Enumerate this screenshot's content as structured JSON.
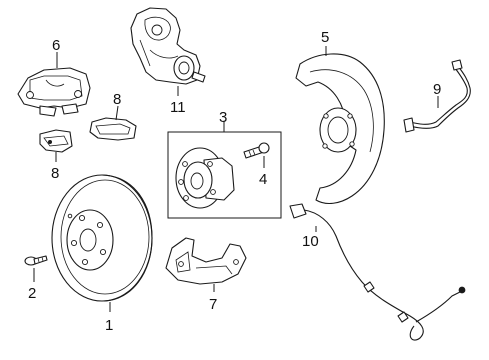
{
  "callouts": {
    "c1": "1",
    "c2": "2",
    "c3": "3",
    "c4": "4",
    "c5": "5",
    "c6": "6",
    "c7": "7",
    "c8a": "8",
    "c8b": "8",
    "c9": "9",
    "c10": "10",
    "c11": "11"
  }
}
